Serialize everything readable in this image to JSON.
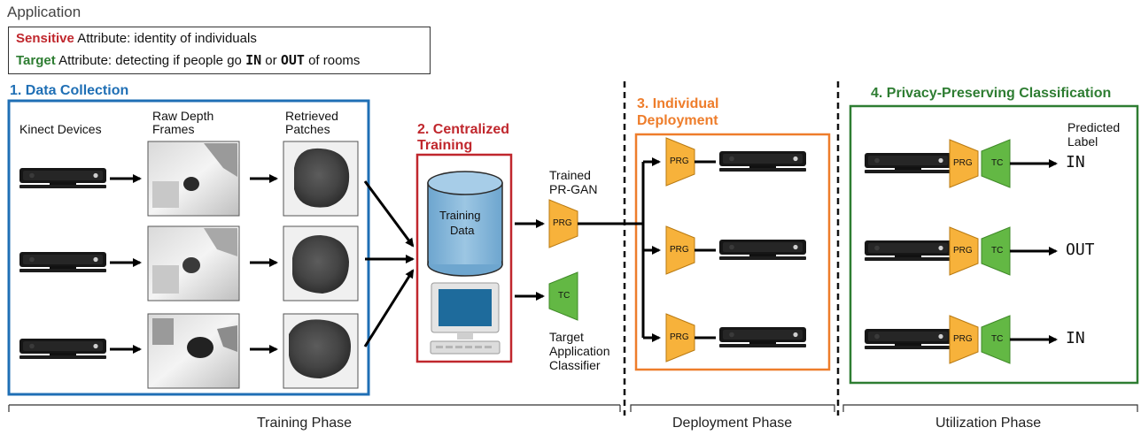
{
  "header": {
    "title": "Application"
  },
  "legend": {
    "sensitive_keyword": "Sensitive",
    "sensitive_text": " Attribute: identity of individuals",
    "target_keyword": "Target",
    "target_text_1": " Attribute: detecting if people go ",
    "target_in": "IN",
    "target_or": " or ",
    "target_out": "OUT",
    "target_text_2": " of rooms"
  },
  "sections": {
    "data_collection": {
      "title": "1. Data Collection",
      "col_kinect": "Kinect Devices",
      "col_depth_1": "Raw Depth",
      "col_depth_2": "Frames",
      "col_patch_1": "Retrieved",
      "col_patch_2": "Patches"
    },
    "centralized": {
      "title_1": "2. Centralized",
      "title_2": "Training",
      "db_label_1": "Training",
      "db_label_2": "Data"
    },
    "trained": {
      "label_1": "Trained",
      "label_2": "PR-GAN",
      "prg": "PRG",
      "tc": "TC",
      "classifier_1": "Target",
      "classifier_2": "Application",
      "classifier_3": "Classifier"
    },
    "deployment": {
      "title_1": "3. Individual",
      "title_2": "Deployment",
      "prg": "PRG"
    },
    "utilization": {
      "title": "4. Privacy-Preserving Classification",
      "pred_1": "Predicted",
      "pred_2": "Label",
      "prg": "PRG",
      "tc": "TC",
      "outputs": [
        "IN",
        "OUT",
        "IN"
      ]
    }
  },
  "phases": {
    "training": "Training Phase",
    "deployment": "Deployment Phase",
    "utilization": "Utilization Phase"
  },
  "colors": {
    "blue": "#1f6fb5",
    "red": "#c0272d",
    "orange": "#ee7d2b",
    "green": "#2e7d32",
    "prg_fill": "#f7b23b",
    "tc_fill": "#63b844",
    "db_fill": "#87b7d8"
  }
}
